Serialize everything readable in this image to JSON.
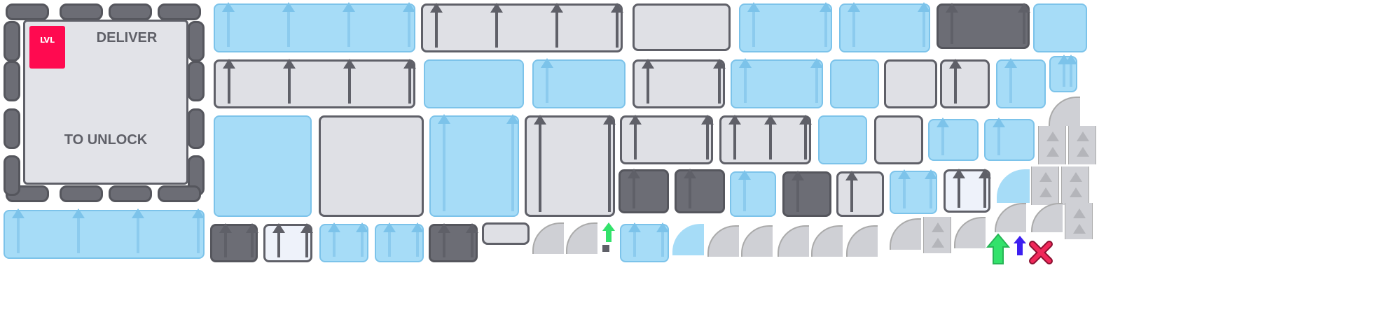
{
  "hub": {
    "level_badge": "LVL",
    "line1": "DELIVER",
    "line2": "TO UNLOCK"
  },
  "colors": {
    "badge": "#ff0a50",
    "blueprint": "#a6dcf7",
    "building": "#dfe0e5",
    "outline": "#5f6068",
    "green_arrow": "#33e26b",
    "blue_arrow": "#3d1ff0",
    "red_x": "#f0285a"
  },
  "icons": [
    "scissors-icon",
    "paint-roller-icon",
    "color-wheel-icon",
    "layers-icon",
    "trash-icon",
    "rotate-icon",
    "arrow-up-icon",
    "close-icon"
  ]
}
